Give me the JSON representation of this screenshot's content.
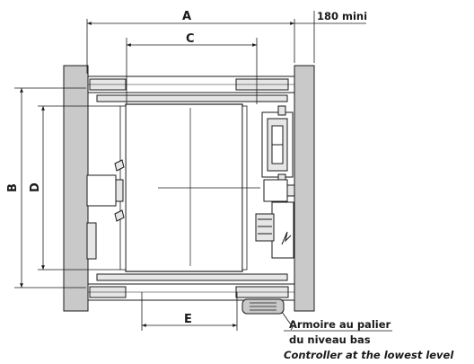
{
  "dimensions": {
    "a": "A",
    "b": "B",
    "c": "C",
    "d": "D",
    "e": "E",
    "clearance": "180 mini"
  },
  "controller_note": {
    "line1": "Armoire au palier",
    "line2": "du niveau bas",
    "line3": "Controller at the lowest level"
  },
  "colors": {
    "wall": "#c9c9c9",
    "stroke": "#1a1a1a",
    "light": "#e6e6e6"
  }
}
